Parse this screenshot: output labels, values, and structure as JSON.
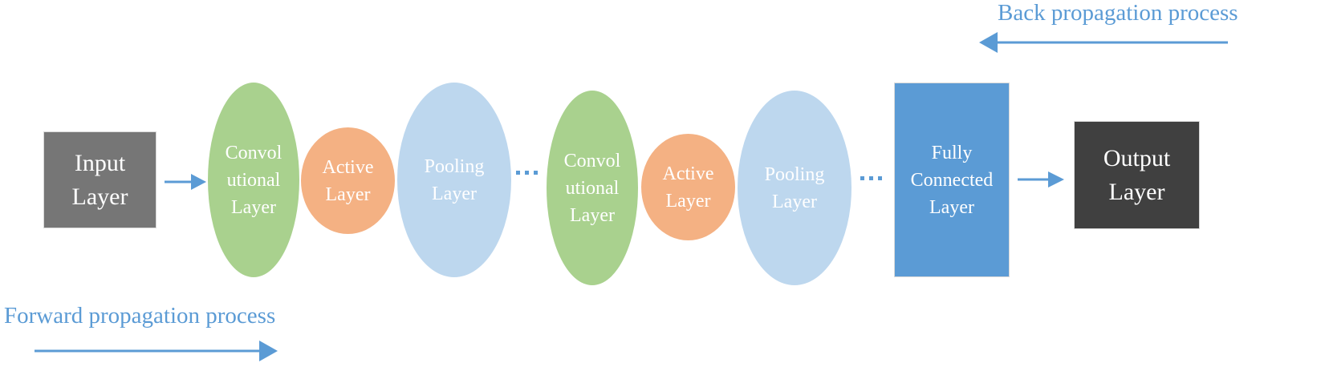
{
  "colors": {
    "input": "#767676",
    "conv": "#a9d18e",
    "active": "#f4b183",
    "pooling": "#bdd7ee",
    "fully_connected": "#5b9bd5",
    "output": "#404040",
    "arrow": "#5b9bd5"
  },
  "captions": {
    "back": "Back propagation process",
    "forward": "Forward propagation process"
  },
  "nodes": {
    "input": "Input\nLayer",
    "conv1": "Convol\nutional\nLayer",
    "active1": "Active\nLayer",
    "pool1": "Pooling\nLayer",
    "conv2": "Convol\nutional\nLayer",
    "active2": "Active\nLayer",
    "pool2": "Pooling\nLayer",
    "fc": "Fully\nConnected\nLayer",
    "output": "Output\nLayer"
  },
  "ellipsis_markers": [
    "ellipsis",
    "ellipsis"
  ]
}
